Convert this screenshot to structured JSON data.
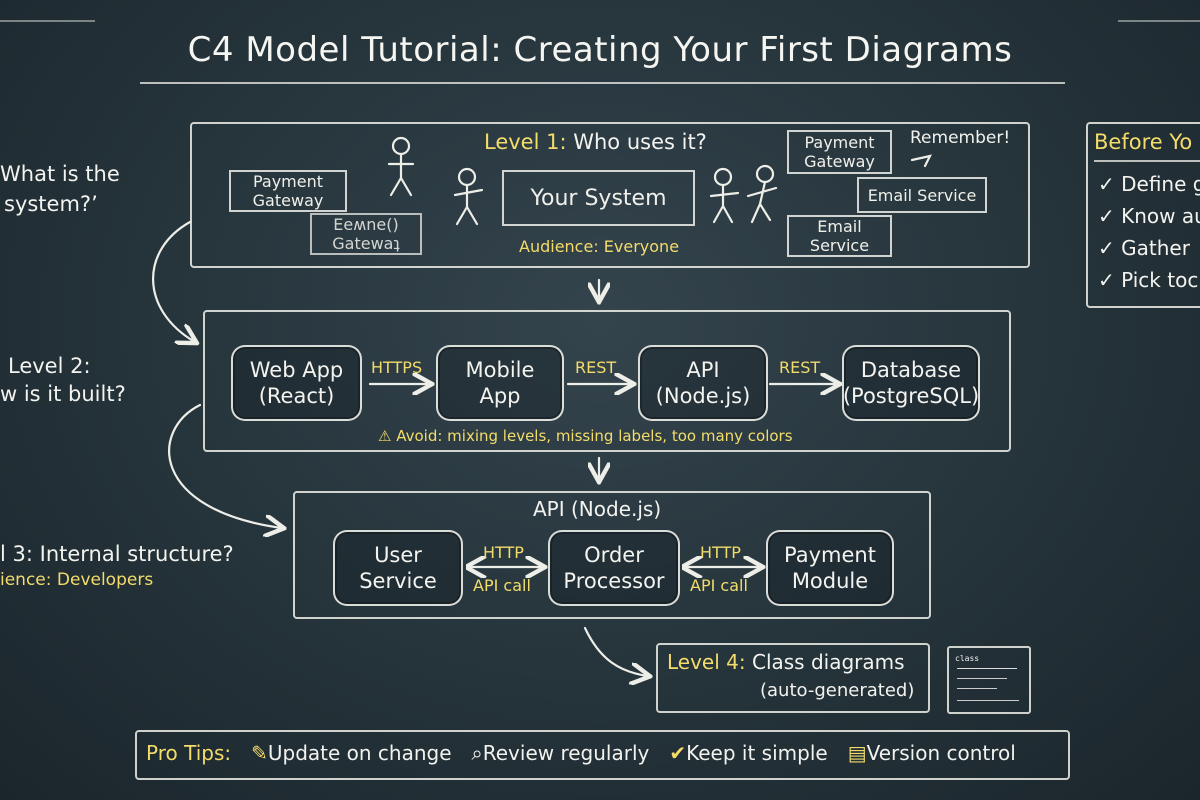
{
  "title": "C4 Model Tutorial: Creating Your First Diagrams",
  "left_notes": {
    "q1_line1": "What is the",
    "q1_line2": "system?’",
    "level2_line1": "Level 2:",
    "level2_line2": "w is it built?",
    "level3_line1": "l 3: Internal structure?",
    "level3_line2": "ience: Developers"
  },
  "level1": {
    "heading_prefix": "Level 1:",
    "heading_rest": "Who uses it?",
    "system": "Your System",
    "audience": "Audience: Everyone",
    "remember": "Remember!",
    "payment_gateway_left": "Payment Gateway",
    "payment_gateway_smudged": "Eeʍne() Gatewaʇ",
    "payment_gateway_right": "Payment Gateway",
    "email_service_right": "Email Service",
    "email_service_lower": "Email Service"
  },
  "level2": {
    "nodes": [
      {
        "line1": "Web App",
        "line2": "(React)"
      },
      {
        "line1": "Mobile",
        "line2": "App"
      },
      {
        "line1": "API",
        "line2": "(Node.js)"
      },
      {
        "line1": "Database",
        "line2": "(PostgreSQL)"
      }
    ],
    "links": [
      "HTTPS",
      "REST",
      "REST"
    ],
    "warning_icon": "warning-triangle-icon",
    "warning": "Avoid: mixing levels, missing labels, too many colors"
  },
  "level3": {
    "heading": "API (Node.js)",
    "nodes": [
      {
        "line1": "User",
        "line2": "Service"
      },
      {
        "line1": "Order",
        "line2": "Processor"
      },
      {
        "line1": "Payment",
        "line2": "Module"
      }
    ],
    "links": [
      {
        "top": "HTTP",
        "bottom": "API call"
      },
      {
        "top": "HTTP",
        "bottom": "API call"
      }
    ]
  },
  "level4": {
    "prefix": "Level 4:",
    "line1_rest": "Class diagrams",
    "line2": "(auto-generated)",
    "thumb_label": "class"
  },
  "checklist": {
    "heading": "Before Yo",
    "items": [
      "Define g",
      "Know au",
      "Gather",
      "Pick toc"
    ],
    "check_mark": "✓"
  },
  "pro_tips": {
    "label": "Pro Tips:",
    "items": [
      {
        "icon": "pencil-icon",
        "text": "Update on change"
      },
      {
        "icon": "magnifier-icon",
        "text": "Review regularly"
      },
      {
        "icon": "checkmark-badge-icon",
        "text": "Keep it simple"
      },
      {
        "icon": "document-stack-icon",
        "text": "Version control"
      }
    ]
  },
  "colors": {
    "board": "#2c3b43",
    "chalk": "#f3f3ef",
    "accent_yellow": "#f3dc6a"
  }
}
